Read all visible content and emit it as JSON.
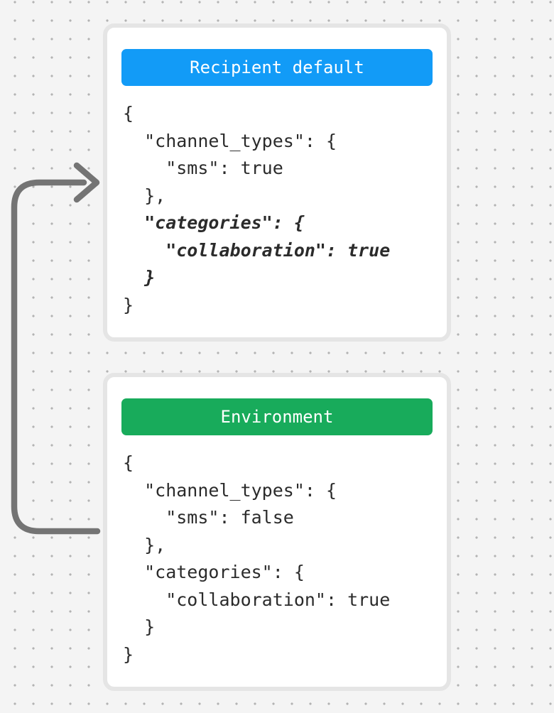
{
  "page": {
    "background_color": "#f4f4f4",
    "dot_color": "#b3b3b3"
  },
  "arrow": {
    "description": "curved-connector-from-environment-card-to-recipient-default-card",
    "color": "#747474"
  },
  "cards": [
    {
      "id": "recipient-default",
      "title": "Recipient default",
      "header_color": "#129BF7",
      "code_lines": [
        {
          "text": "{",
          "style": "regular"
        },
        {
          "text": "  \"channel_types\": {",
          "style": "regular"
        },
        {
          "text": "    \"sms\": true",
          "style": "regular"
        },
        {
          "text": "  },",
          "style": "regular"
        },
        {
          "text": "  \"categories\": {",
          "style": "emphasis"
        },
        {
          "text": "    \"collaboration\": true",
          "style": "emphasis"
        },
        {
          "text": "  }",
          "style": "emphasis"
        },
        {
          "text": "}",
          "style": "regular"
        }
      ]
    },
    {
      "id": "environment",
      "title": "Environment",
      "header_color": "#18AB5B",
      "code_lines": [
        {
          "text": "{",
          "style": "regular"
        },
        {
          "text": "  \"channel_types\": {",
          "style": "regular"
        },
        {
          "text": "    \"sms\": false",
          "style": "regular"
        },
        {
          "text": "  },",
          "style": "regular"
        },
        {
          "text": "  \"categories\": {",
          "style": "regular"
        },
        {
          "text": "    \"collaboration\": true",
          "style": "regular"
        },
        {
          "text": "  }",
          "style": "regular"
        },
        {
          "text": "}",
          "style": "regular"
        }
      ]
    }
  ]
}
